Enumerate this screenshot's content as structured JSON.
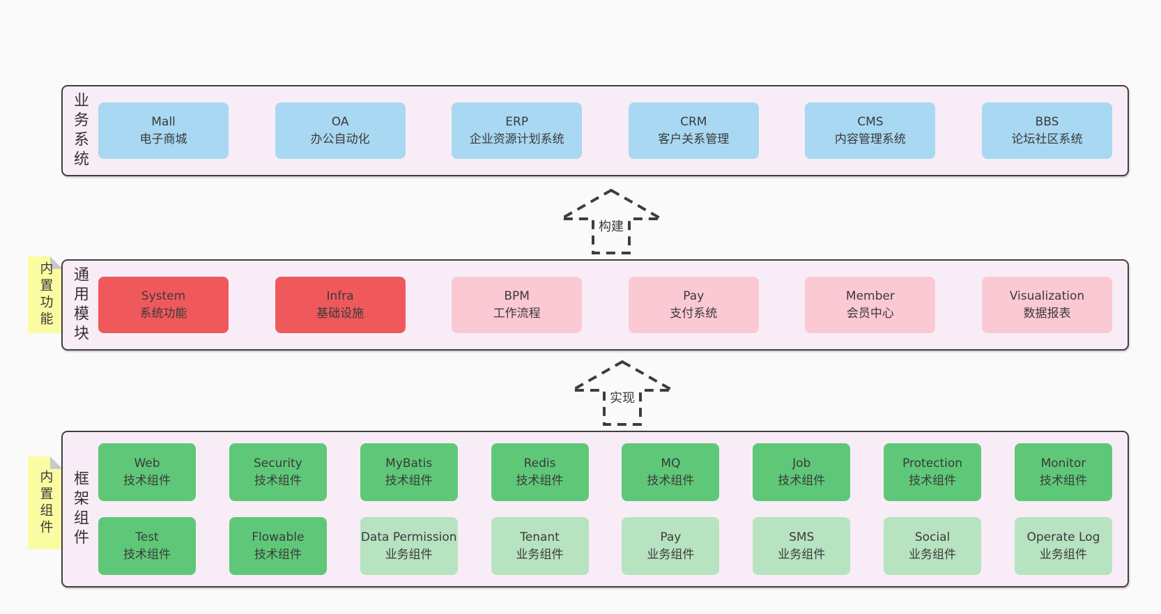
{
  "colors": {
    "page_bg": "#fafafa",
    "section_bg": "#f8edf6",
    "border": "#3f3f3f",
    "text": "#3a3a3a",
    "blue": "#a8d8f2",
    "red": "#f0595c",
    "pink": "#fbc9d3",
    "green": "#5fc878",
    "light_green": "#b7e3c0",
    "note_yellow": "#fbfba2",
    "note_fold": "#c9c9c9"
  },
  "arrows": [
    {
      "label": "构建"
    },
    {
      "label": "实现"
    }
  ],
  "sections": [
    {
      "id": "business-systems",
      "label": "业务系统",
      "rows": [
        [
          {
            "name": "Mall",
            "subtitle": "电子商城",
            "variant": "blue"
          },
          {
            "name": "OA",
            "subtitle": "办公自动化",
            "variant": "blue"
          },
          {
            "name": "ERP",
            "subtitle": "企业资源计划系统",
            "variant": "blue"
          },
          {
            "name": "CRM",
            "subtitle": "客户关系管理",
            "variant": "blue"
          },
          {
            "name": "CMS",
            "subtitle": "内容管理系统",
            "variant": "blue"
          },
          {
            "name": "BBS",
            "subtitle": "论坛社区系统",
            "variant": "blue"
          }
        ]
      ]
    },
    {
      "id": "common-modules",
      "label": "通用模块",
      "note": "内置功能",
      "rows": [
        [
          {
            "name": "System",
            "subtitle": "系统功能",
            "variant": "red"
          },
          {
            "name": "Infra",
            "subtitle": "基础设施",
            "variant": "red"
          },
          {
            "name": "BPM",
            "subtitle": "工作流程",
            "variant": "pink"
          },
          {
            "name": "Pay",
            "subtitle": "支付系统",
            "variant": "pink"
          },
          {
            "name": "Member",
            "subtitle": "会员中心",
            "variant": "pink"
          },
          {
            "name": "Visualization",
            "subtitle": "数据报表",
            "variant": "pink"
          }
        ]
      ]
    },
    {
      "id": "framework-components",
      "label": "框架组件",
      "note": "内置组件",
      "rows": [
        [
          {
            "name": "Web",
            "subtitle": "技术组件",
            "variant": "green"
          },
          {
            "name": "Security",
            "subtitle": "技术组件",
            "variant": "green"
          },
          {
            "name": "MyBatis",
            "subtitle": "技术组件",
            "variant": "green"
          },
          {
            "name": "Redis",
            "subtitle": "技术组件",
            "variant": "green"
          },
          {
            "name": "MQ",
            "subtitle": "技术组件",
            "variant": "green"
          },
          {
            "name": "Job",
            "subtitle": "技术组件",
            "variant": "green"
          },
          {
            "name": "Protection",
            "subtitle": "技术组件",
            "variant": "green"
          },
          {
            "name": "Monitor",
            "subtitle": "技术组件",
            "variant": "green"
          }
        ],
        [
          {
            "name": "Test",
            "subtitle": "技术组件",
            "variant": "green"
          },
          {
            "name": "Flowable",
            "subtitle": "技术组件",
            "variant": "green"
          },
          {
            "name": "Data Permission",
            "subtitle": "业务组件",
            "variant": "lightgreen"
          },
          {
            "name": "Tenant",
            "subtitle": "业务组件",
            "variant": "lightgreen"
          },
          {
            "name": "Pay",
            "subtitle": "业务组件",
            "variant": "lightgreen"
          },
          {
            "name": "SMS",
            "subtitle": "业务组件",
            "variant": "lightgreen"
          },
          {
            "name": "Social",
            "subtitle": "业务组件",
            "variant": "lightgreen"
          },
          {
            "name": "Operate Log",
            "subtitle": "业务组件",
            "variant": "lightgreen"
          }
        ]
      ]
    }
  ]
}
